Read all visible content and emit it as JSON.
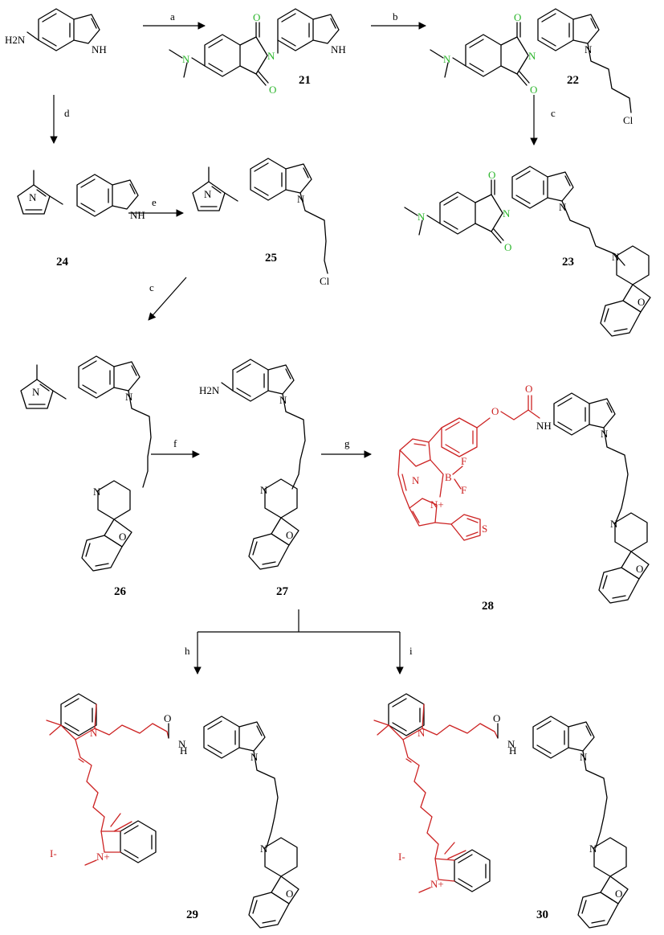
{
  "compounds": [
    {
      "id": "21"
    },
    {
      "id": "22"
    },
    {
      "id": "23"
    },
    {
      "id": "24"
    },
    {
      "id": "25"
    },
    {
      "id": "26"
    },
    {
      "id": "27"
    },
    {
      "id": "28"
    },
    {
      "id": "29"
    },
    {
      "id": "30"
    }
  ],
  "steps": [
    "a",
    "b",
    "c",
    "d",
    "e",
    "c",
    "f",
    "g",
    "h",
    "i"
  ],
  "atoms": {
    "nh": "NH",
    "h": "H",
    "n": "N",
    "o": "O",
    "cl": "Cl",
    "h2n": "H2N",
    "b": "B",
    "f": "F",
    "s": "S",
    "n_plus": "N+",
    "iodide": "I-"
  },
  "colors": {
    "green_fragment": "#2bb52b",
    "red_fragment": "#cc2222",
    "black": "#000000"
  }
}
